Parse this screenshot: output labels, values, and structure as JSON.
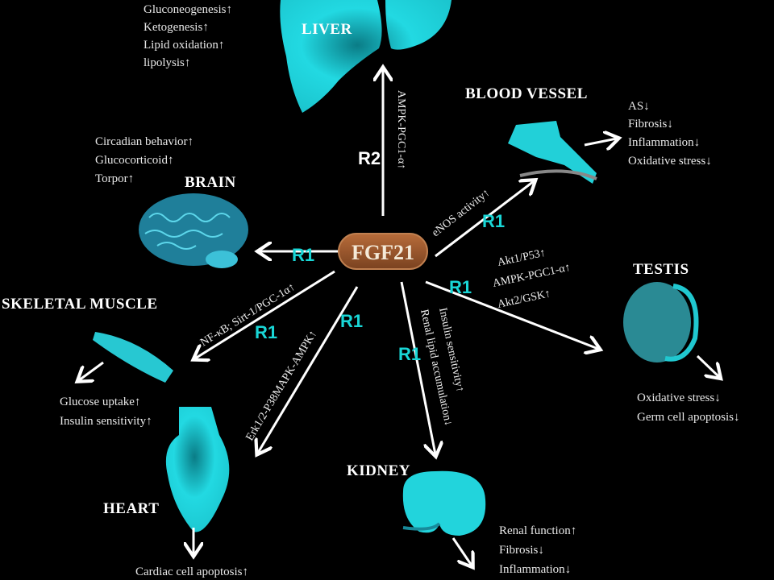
{
  "center": {
    "label": "FGF21",
    "color": "#9a5a2e"
  },
  "colors": {
    "organ": "#20d8e0",
    "receptor": "#19d6d6",
    "background": "#000000"
  },
  "organs": {
    "liver": {
      "name": "LIVER",
      "pathway": "AMPK-PGC1-α↑",
      "receptor": "R2",
      "effects": [
        "Gluconeogenesis↑",
        "Ketogenesis↑",
        "Lipid oxidation↑",
        "lipolysis↑"
      ]
    },
    "blood_vessel": {
      "name": "BLOOD VESSEL",
      "pathway": "eNOS activity↑",
      "receptor": "R1",
      "effects": [
        "AS↓",
        "Fibrosis↓",
        "Inflammation↓",
        "Oxidative stress↓"
      ]
    },
    "brain": {
      "name": "BRAIN",
      "receptor": "R1",
      "effects": [
        "Circadian behavior↑",
        "Glucocorticoid↑",
        "Torpor↑"
      ]
    },
    "testis": {
      "name": "TESTIS",
      "pathways": [
        "Akt1/P53↑",
        "AMPK-PGC1-α↑",
        "Akt2/GSK↑"
      ],
      "receptor": "R1",
      "effects": [
        "Oxidative stress↓",
        "Germ cell apoptosis↓"
      ]
    },
    "skeletal_muscle": {
      "name": "SKELETAL MUSCLE",
      "pathway": "NF-κB; Sirt-1/PGC-1α↑",
      "receptor": "R1",
      "effects": [
        "Glucose uptake↑",
        "Insulin sensitivity↑"
      ]
    },
    "heart": {
      "name": "HEART",
      "pathway": "Erk1/2-P38MAPK-AMPK↑",
      "receptor": "R1",
      "effects": [
        "Cardiac cell apoptosis↑"
      ]
    },
    "kidney": {
      "name": "KIDNEY",
      "pathways": [
        "Insulin sensitivity↑",
        "Renal lipid accumulation↓"
      ],
      "receptor": "R1",
      "effects": [
        "Renal function↑",
        "Fibrosis↓",
        "Inflammation↓"
      ]
    }
  }
}
